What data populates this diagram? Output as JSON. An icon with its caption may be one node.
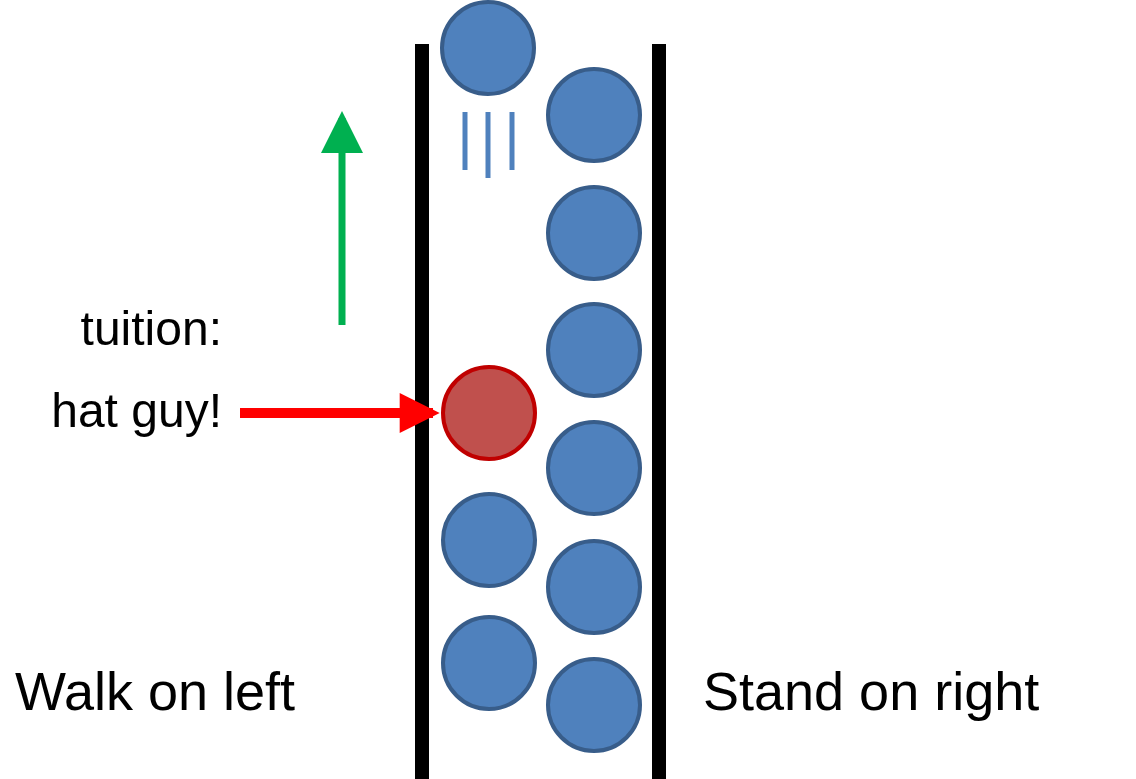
{
  "diagram": {
    "nodes": [
      {
        "text": [
          "tuition: hat guy!"
        ]
      },
      {
        "text": [],
        "shape": "circle"
      }
    ],
    "edges": [
      {
        "from": 0,
        "to": 1,
        "arrow": "to"
      }
    ],
    "labels": [
      "Walk on left",
      "Stand on right"
    ]
  }
}
